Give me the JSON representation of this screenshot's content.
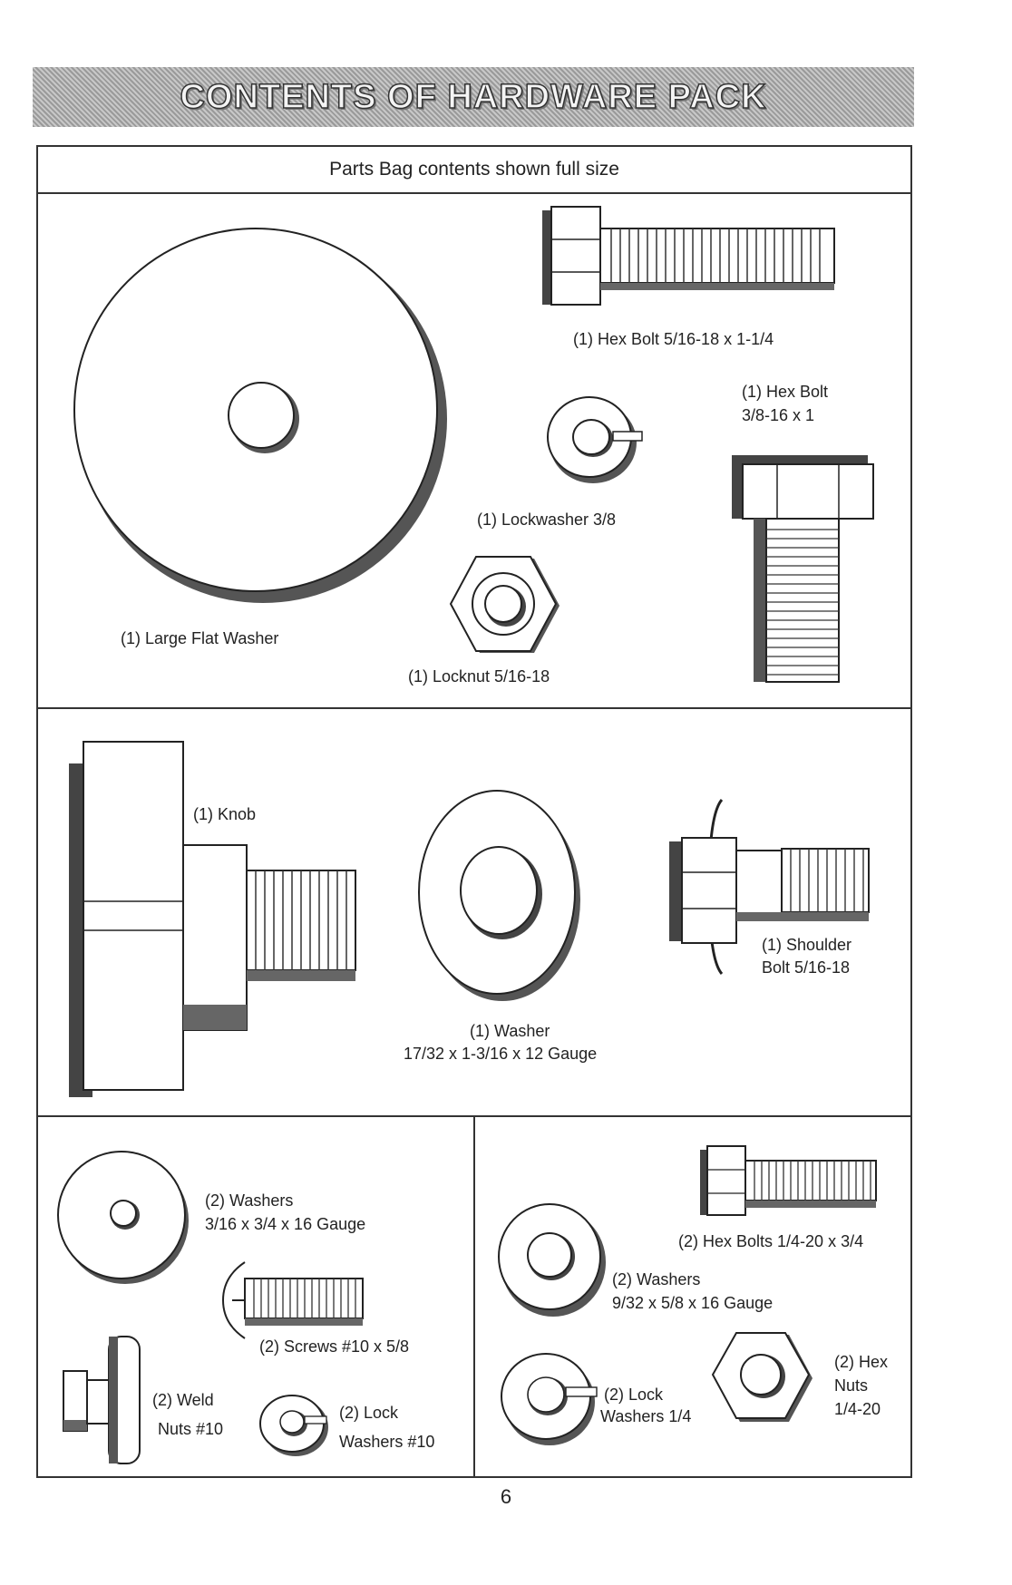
{
  "banner": {
    "title": "CONTENTS OF HARDWARE PACK"
  },
  "caption": "Parts Bag contents shown full size",
  "parts": {
    "hex_bolt_516": "(1) Hex Bolt  5/16-18 x 1-1/4",
    "hex_bolt_38_line1": "(1) Hex Bolt",
    "hex_bolt_38_line2": "3/8-16 x 1",
    "lockwasher_38": "(1) Lockwasher  3/8",
    "large_flat_washer": "(1) Large Flat Washer",
    "locknut": "(1) Locknut  5/16-18",
    "knob": "(1) Knob",
    "shoulder_bolt_line1": "(1) Shoulder",
    "shoulder_bolt_line2": "Bolt  5/16-18",
    "washer_line1": "(1) Washer",
    "washer_line2": "17/32 x 1-3/16 x 12 Gauge",
    "washers_316_line1": "(2) Washers",
    "washers_316_line2": "3/16 x 3/4 x 16 Gauge",
    "screws": "(2) Screws  #10 x 5/8",
    "weld_nuts_line1": "(2) Weld",
    "weld_nuts_line2": "Nuts  #10",
    "lock_washers_10_line1": "(2) Lock",
    "lock_washers_10_line2": "Washers  #10",
    "hex_bolts_14": "(2) Hex Bolts  1/4-20 x 3/4",
    "washers_932_line1": "(2) Washers",
    "washers_932_line2": "9/32  x 5/8 x 16 Gauge",
    "lock_washers_14_line1": "(2) Lock",
    "lock_washers_14_line2": "Washers  1/4",
    "hex_nuts_line1": "(2) Hex",
    "hex_nuts_line2": "Nuts",
    "hex_nuts_line3": "1/4-20"
  },
  "page_number": "6"
}
